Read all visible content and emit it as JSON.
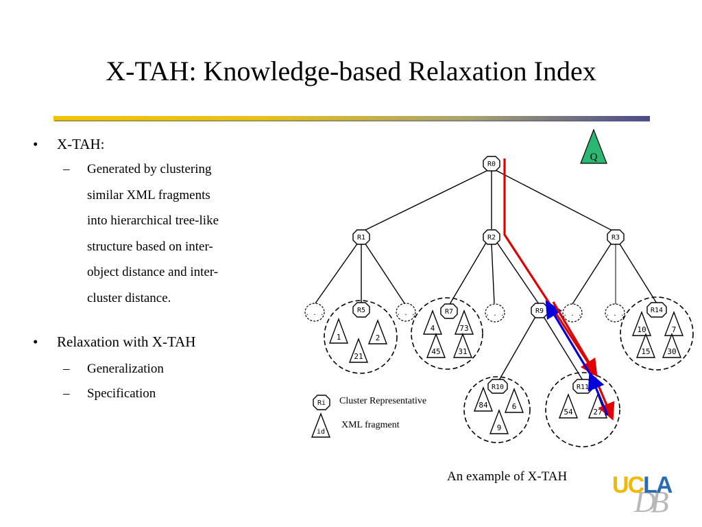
{
  "title": "X-TAH: Knowledge-based Relaxation Index",
  "bullets": [
    {
      "marker": "•",
      "text": "X-TAH:",
      "sub": [
        {
          "marker": "–",
          "text": "Generated by clustering"
        },
        {
          "marker": "",
          "text": "similar XML fragments"
        },
        {
          "marker": "",
          "text": "into hierarchical tree-like"
        },
        {
          "marker": "",
          "text": "structure based on inter-"
        },
        {
          "marker": "",
          "text": "object distance and inter-"
        },
        {
          "marker": "",
          "text": "cluster distance."
        }
      ]
    },
    {
      "marker": "•",
      "text": "Relaxation with X-TAH",
      "sub": [
        {
          "marker": "–",
          "text": "Generalization"
        },
        {
          "marker": "",
          "text": ""
        },
        {
          "marker": "–",
          "text": "Specification"
        }
      ]
    }
  ],
  "query_label": "Q",
  "nodes": {
    "r0": "R0",
    "r1": "R1",
    "r2": "R2",
    "r3": "R3",
    "r5": "R5",
    "r7": "R7",
    "r9": "R9",
    "r10": "R10",
    "r11": "R11",
    "r14": "R14",
    "dots": ". . ."
  },
  "fragments": {
    "f1": "1",
    "f2": "2",
    "f21": "21",
    "f4": "4",
    "f73": "73",
    "f45": "45",
    "f31": "31",
    "f84": "84",
    "f6": "6",
    "f9": "9",
    "f54": "54",
    "f27": "27",
    "f10": "10",
    "f7": "7",
    "f15": "15",
    "f30": "30"
  },
  "legend": {
    "rep_symbol": "Ri",
    "rep_label": "Cluster Representative",
    "frag_symbol": "id",
    "frag_label": "XML fragment"
  },
  "caption": "An example of X-TAH",
  "logo": {
    "u": "U",
    "c": "C",
    "la": "LA",
    "db": "DB"
  },
  "colors": {
    "generalize_path": "#e00000",
    "specialize_path": "#0000dd",
    "query_box": "#2bb673",
    "accent": "#f2c400"
  }
}
